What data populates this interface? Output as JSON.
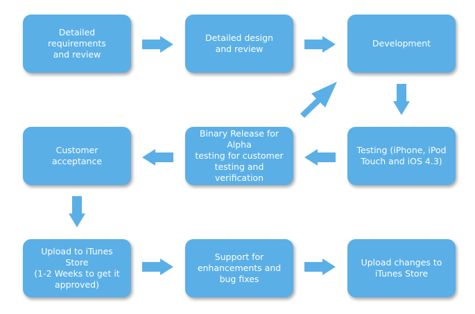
{
  "diagram": {
    "accent_color": "#5aafe6",
    "nodes": [
      {
        "id": "req",
        "label": "Detailed requirements\nand review"
      },
      {
        "id": "design",
        "label": "Detailed design\nand review"
      },
      {
        "id": "dev",
        "label": "Development"
      },
      {
        "id": "customer",
        "label": "Customer\nacceptance"
      },
      {
        "id": "binary",
        "label": "Binary Release for Alpha\ntesting for customer\ntesting and verification"
      },
      {
        "id": "testing",
        "label": "Testing (iPhone, iPod\nTouch and iOS 4.3)"
      },
      {
        "id": "upload",
        "label": "Upload to iTunes Store\n(1-2 Weeks to get it\napproved)"
      },
      {
        "id": "support",
        "label": "Support for\nenhancements and\nbug fixes"
      },
      {
        "id": "changes",
        "label": "Upload changes to\niTunes Store"
      }
    ],
    "edges": [
      {
        "from": "req",
        "to": "design"
      },
      {
        "from": "design",
        "to": "dev"
      },
      {
        "from": "dev",
        "to": "testing"
      },
      {
        "from": "testing",
        "to": "binary"
      },
      {
        "from": "binary",
        "to": "dev"
      },
      {
        "from": "binary",
        "to": "customer"
      },
      {
        "from": "customer",
        "to": "upload"
      },
      {
        "from": "upload",
        "to": "support"
      },
      {
        "from": "support",
        "to": "changes"
      }
    ]
  }
}
